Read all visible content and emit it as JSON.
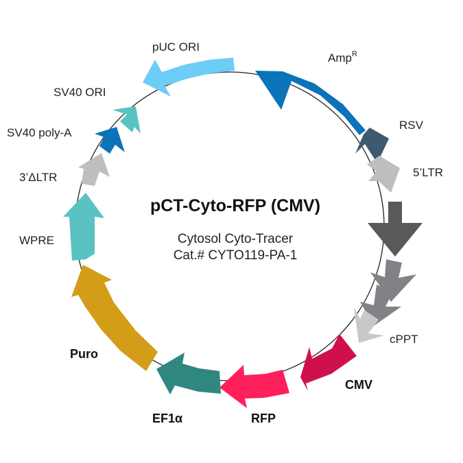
{
  "plasmid": {
    "name": "pCT-Cyto-RFP (CMV)",
    "subtitle": "Cytosol Cyto-Tracer",
    "catalog": "Cat.# CYTO119-PA-1"
  },
  "features": [
    {
      "id": "amp",
      "label": "Amp",
      "superscript": "R",
      "color": "#0a73b9"
    },
    {
      "id": "rsv",
      "label": "RSV",
      "color": "#3f5a6e"
    },
    {
      "id": "ltr5",
      "label": "5’LTR",
      "color": "#bcbec0"
    },
    {
      "id": "gag",
      "label": "",
      "color": "#58595b"
    },
    {
      "id": "rre",
      "label": "",
      "color": "#808285"
    },
    {
      "id": "cppt",
      "label": "cPPT",
      "color": "#c7c8ca"
    },
    {
      "id": "cmv",
      "label": "CMV",
      "color": "#d0104c"
    },
    {
      "id": "rfp",
      "label": "RFP",
      "color": "#ff1f5a"
    },
    {
      "id": "ef1a",
      "label": "EF1α",
      "color": "#308781"
    },
    {
      "id": "puro",
      "label": "Puro",
      "color": "#d39d18"
    },
    {
      "id": "wpre",
      "label": "WPRE",
      "color": "#5ac2c2"
    },
    {
      "id": "ltr3",
      "label": "3’ΔLTR",
      "color": "#bcbec0"
    },
    {
      "id": "sv40pa",
      "label": "SV40 poly-A",
      "color": "#0a73b9"
    },
    {
      "id": "sv40ori",
      "label": "SV40 ORI",
      "color": "#5ac2c2"
    },
    {
      "id": "puc",
      "label": "pUC ORI",
      "color": "#6ccdf6"
    }
  ]
}
